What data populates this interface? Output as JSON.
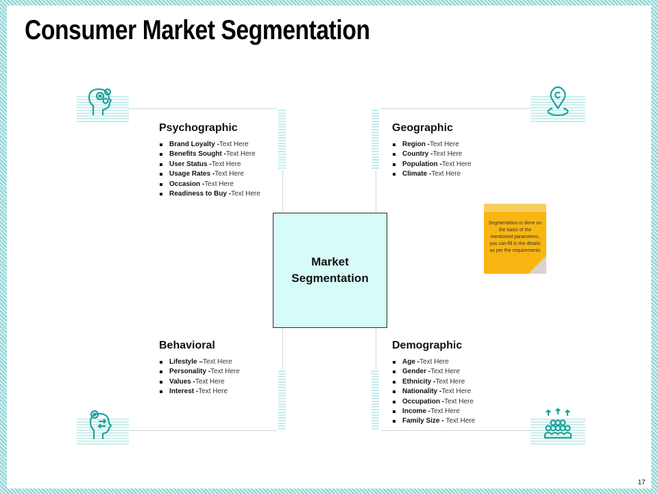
{
  "title": "Consumer Market Segmentation",
  "page_number": "17",
  "center_label": "Market\nSegmentation",
  "note_text": "Segmentation is done on the basis of the mentioned parameters, you can fill in the details as per the requirements",
  "accent_color": "#1aa39a",
  "icons": {
    "psychographic": "head-gears-icon",
    "geographic": "location-pin-icon",
    "behavioral": "head-gear-arrows-icon",
    "demographic": "people-group-icon"
  },
  "quadrants": {
    "psychographic": {
      "heading": "Psychographic",
      "items": [
        {
          "label": "Brand Loyalty",
          "sep": " -",
          "value": "Text Here"
        },
        {
          "label": "Benefits Sought",
          "sep": " -",
          "value": "Text Here"
        },
        {
          "label": "User Status",
          "sep": " -",
          "value": "Text Here"
        },
        {
          "label": "Usage Rates",
          "sep": " -",
          "value": "Text Here"
        },
        {
          "label": "Occasion",
          "sep": " -",
          "value": "Text Here"
        },
        {
          "label": "Readiness to Buy",
          "sep": " -",
          "value": "Text Here"
        }
      ]
    },
    "geographic": {
      "heading": "Geographic",
      "items": [
        {
          "label": "Region",
          "sep": " -",
          "value": "Text Here"
        },
        {
          "label": "Country",
          "sep": " -",
          "value": "Text Here"
        },
        {
          "label": "Population",
          "sep": " -",
          "value": "Text Here"
        },
        {
          "label": "Climate",
          "sep": " -",
          "value": "Text Here"
        }
      ]
    },
    "behavioral": {
      "heading": "Behavioral",
      "items": [
        {
          "label": "Lifestyle",
          "sep": " –",
          "value": "Text Here"
        },
        {
          "label": "Personality",
          "sep": " -",
          "value": "Text Here"
        },
        {
          "label": "Values",
          "sep": " -",
          "value": "Text Here"
        },
        {
          "label": "Interest",
          "sep": " -",
          "value": "Text Here"
        }
      ]
    },
    "demographic": {
      "heading": "Demographic",
      "items": [
        {
          "label": "Age",
          "sep": " -",
          "value": "Text Here"
        },
        {
          "label": "Gender",
          "sep": " -",
          "value": "Text Here"
        },
        {
          "label": "Ethnicity",
          "sep": " -",
          "value": "Text Here"
        },
        {
          "label": "Nationality",
          "sep": " -",
          "value": "Text Here"
        },
        {
          "label": "Occupation",
          "sep": " -",
          "value": "Text Here"
        },
        {
          "label": "Income",
          "sep": " -",
          "value": "Text Here"
        },
        {
          "label": "Family Size",
          "sep": " - ",
          "value": "Text Here"
        }
      ]
    }
  }
}
